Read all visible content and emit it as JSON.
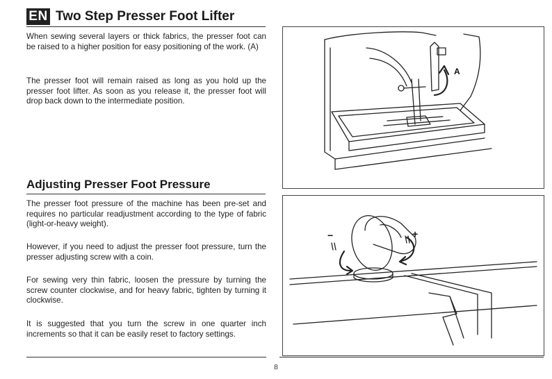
{
  "header": {
    "lang_badge": "EN",
    "title": "Two Step Presser Foot Lifter"
  },
  "section1": {
    "p1": "When sewing several layers or thick fabrics, the presser foot can be raised to a higher position for easy positioning of the work. (A)",
    "p2": "The presser foot will remain raised as long as you hold up the presser foot lifter. As soon as you release it, the presser foot will drop back down to the intermediate position."
  },
  "section2": {
    "title": "Adjusting Presser Foot Pressure",
    "p1": "The presser foot pressure of the machine has been pre-set and requires no particular readjustment according to the type of fabric (light-or-heavy weight).",
    "p2": "However, if you need to adjust the presser foot pressure, turn the presser adjusting screw with a coin.",
    "p3": "For sewing very thin fabric, loosen the pressure by turning the screw counter clockwise, and for heavy fabric, tighten by turning it clockwise.",
    "p4": "It is suggested that you turn the screw in one quarter inch increments so that it can be easily reset to factory settings."
  },
  "figures": {
    "fig1_label": "A",
    "fig2_minus": "−",
    "fig2_plus": "+"
  },
  "footer": {
    "page_number": "8"
  }
}
